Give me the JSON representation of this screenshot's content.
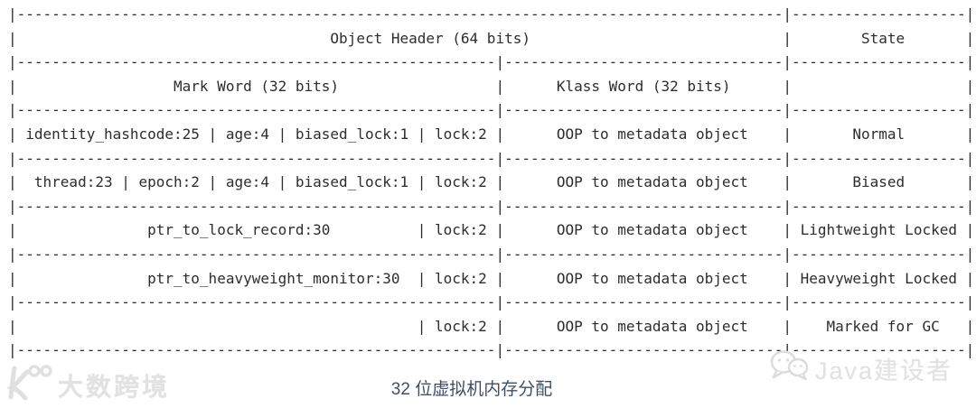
{
  "colors": {
    "background": "#ffffff",
    "table_text": "#2d2d2d",
    "caption_text": "#414e66",
    "watermark": "#e2e2e2"
  },
  "diagram": {
    "caption": "32 位虚拟机内存分配",
    "ascii_lines": [
      "|----------------------------------------------------------------------------------------|--------------------|",
      "|                                    Object Header (64 bits)                             |        State       |",
      "|-------------------------------------------------------|--------------------------------|--------------------|",
      "|                  Mark Word (32 bits)                  |      Klass Word (32 bits)      |                    |",
      "|-------------------------------------------------------|--------------------------------|--------------------|",
      "| identity_hashcode:25 | age:4 | biased_lock:1 | lock:2 |      OOP to metadata object    |       Normal       |",
      "|-------------------------------------------------------|--------------------------------|--------------------|",
      "|  thread:23 | epoch:2 | age:4 | biased_lock:1 | lock:2 |      OOP to metadata object    |       Biased       |",
      "|-------------------------------------------------------|--------------------------------|--------------------|",
      "|               ptr_to_lock_record:30          | lock:2 |      OOP to metadata object    | Lightweight Locked |",
      "|-------------------------------------------------------|--------------------------------|--------------------|",
      "|               ptr_to_heavyweight_monitor:30  | lock:2 |      OOP to metadata object    | Heavyweight Locked |",
      "|-------------------------------------------------------|--------------------------------|--------------------|",
      "|                                              | lock:2 |      OOP to metadata object    |    Marked for GC   |",
      "|-------------------------------------------------------|--------------------------------|--------------------|"
    ]
  },
  "object_header_table": {
    "title": "Object Header (64 bits)",
    "state_column": "State",
    "sections": [
      "Mark Word (32 bits)",
      "Klass Word (32 bits)"
    ],
    "rows": [
      {
        "mark_word": "identity_hashcode:25 | age:4 | biased_lock:1 | lock:2",
        "klass_word": "OOP to metadata object",
        "state": "Normal"
      },
      {
        "mark_word": "thread:23 | epoch:2 | age:4 | biased_lock:1 | lock:2",
        "klass_word": "OOP to metadata object",
        "state": "Biased"
      },
      {
        "mark_word": "ptr_to_lock_record:30 | lock:2",
        "klass_word": "OOP to metadata object",
        "state": "Lightweight Locked"
      },
      {
        "mark_word": "ptr_to_heavyweight_monitor:30 | lock:2",
        "klass_word": "OOP to metadata object",
        "state": "Heavyweight Locked"
      },
      {
        "mark_word": "lock:2",
        "klass_word": "OOP to metadata object",
        "state": "Marked for GC"
      }
    ]
  },
  "watermarks": {
    "left_text": "大数跨境",
    "right_text": "Java建设者"
  }
}
